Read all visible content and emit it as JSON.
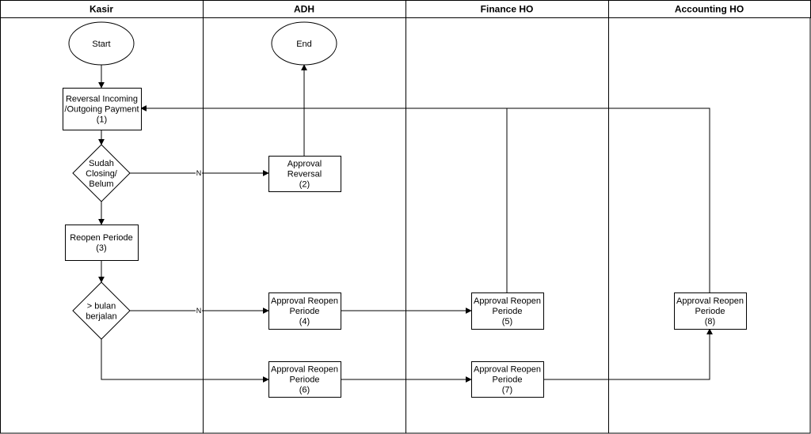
{
  "lanes": [
    {
      "id": "kasir",
      "title": "Kasir"
    },
    {
      "id": "adh",
      "title": "ADH"
    },
    {
      "id": "finance",
      "title": "Finance HO"
    },
    {
      "id": "accounting",
      "title": "Accounting HO"
    }
  ],
  "nodes": [
    {
      "id": "start",
      "type": "terminator",
      "lines": [
        "Start"
      ]
    },
    {
      "id": "end",
      "type": "terminator",
      "lines": [
        "End"
      ]
    },
    {
      "id": "n1",
      "type": "process",
      "lines": [
        "Reversal Incoming",
        "/Outgoing Payment",
        "(1)"
      ]
    },
    {
      "id": "d1",
      "type": "decision",
      "lines": [
        "Sudah",
        "Closing/",
        "Belum"
      ]
    },
    {
      "id": "n2",
      "type": "process",
      "lines": [
        "Approval",
        "Reversal",
        "(2)"
      ]
    },
    {
      "id": "n3",
      "type": "process",
      "lines": [
        "Reopen Periode",
        "(3)"
      ]
    },
    {
      "id": "d2",
      "type": "decision",
      "lines": [
        "> bulan",
        "berjalan"
      ]
    },
    {
      "id": "n4",
      "type": "process",
      "lines": [
        "Approval Reopen",
        "Periode",
        "(4)"
      ]
    },
    {
      "id": "n5",
      "type": "process",
      "lines": [
        "Approval Reopen",
        "Periode",
        "(5)"
      ]
    },
    {
      "id": "n6",
      "type": "process",
      "lines": [
        "Approval Reopen",
        "Periode",
        "(6)"
      ]
    },
    {
      "id": "n7",
      "type": "process",
      "lines": [
        "Approval Reopen",
        "Periode",
        "(7)"
      ]
    },
    {
      "id": "n8",
      "type": "process",
      "lines": [
        "Approval Reopen",
        "Periode",
        "(8)"
      ]
    }
  ],
  "edges": [
    {
      "from": "start",
      "to": "n1",
      "label": ""
    },
    {
      "from": "n1",
      "to": "d1",
      "label": ""
    },
    {
      "from": "d1",
      "to": "n2",
      "label": "N"
    },
    {
      "from": "n2",
      "to": "end",
      "label": ""
    },
    {
      "from": "d1",
      "to": "n3",
      "label": ""
    },
    {
      "from": "n3",
      "to": "d2",
      "label": ""
    },
    {
      "from": "d2",
      "to": "n4",
      "label": "N"
    },
    {
      "from": "n4",
      "to": "n5",
      "label": ""
    },
    {
      "from": "n5",
      "to": "n1",
      "label": ""
    },
    {
      "from": "d2",
      "to": "n6",
      "label": ""
    },
    {
      "from": "n6",
      "to": "n7",
      "label": ""
    },
    {
      "from": "n7",
      "to": "n8",
      "label": ""
    },
    {
      "from": "n8",
      "to": "n1",
      "label": ""
    }
  ]
}
